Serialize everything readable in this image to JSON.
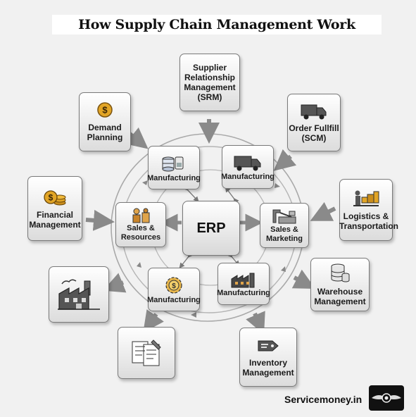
{
  "title": "How Supply Chain Management Work",
  "center": "ERP",
  "inner": {
    "top_left": "Manufacturing",
    "top_right": "Manufacturing",
    "mid_left": "Sales & Resources",
    "mid_right": "Sales & Marketing",
    "bottom_left": "Manufacturing",
    "bottom_right": "Manufacturing"
  },
  "outer": {
    "srm": "Supplier Relationship Management (SRM)",
    "demand": "Demand Planning",
    "order": "Order Fullfill (SCM)",
    "financial": "Financial Management",
    "logistics": "Logistics & Transportation",
    "factory": "",
    "warehouse": "Warehouse Management",
    "documents": "",
    "inventory": "Inventory Management"
  },
  "brand": "Servicemoney.in",
  "icons": {
    "srm": "none",
    "demand": "dollar-coin-icon",
    "order": "delivery-truck-icon",
    "financial": "coin-stack-icon",
    "logistics": "worker-boxes-icon",
    "factory": "factory-icon",
    "warehouse": "database-stack-icon",
    "documents": "documents-icon",
    "inventory": "inventory-tag-icon",
    "inner_top_left": "storage-tanks-icon",
    "inner_top_right": "delivery-truck-icon",
    "inner_mid_left": "worker-icon",
    "inner_mid_right": "factory-machine-icon",
    "inner_bottom_left": "gear-dollar-icon",
    "inner_bottom_right": "factory-icon"
  },
  "colors": {
    "arrow": "#8a8a8a",
    "coin": "#e2a526",
    "box_border": "#7a7a7a"
  }
}
